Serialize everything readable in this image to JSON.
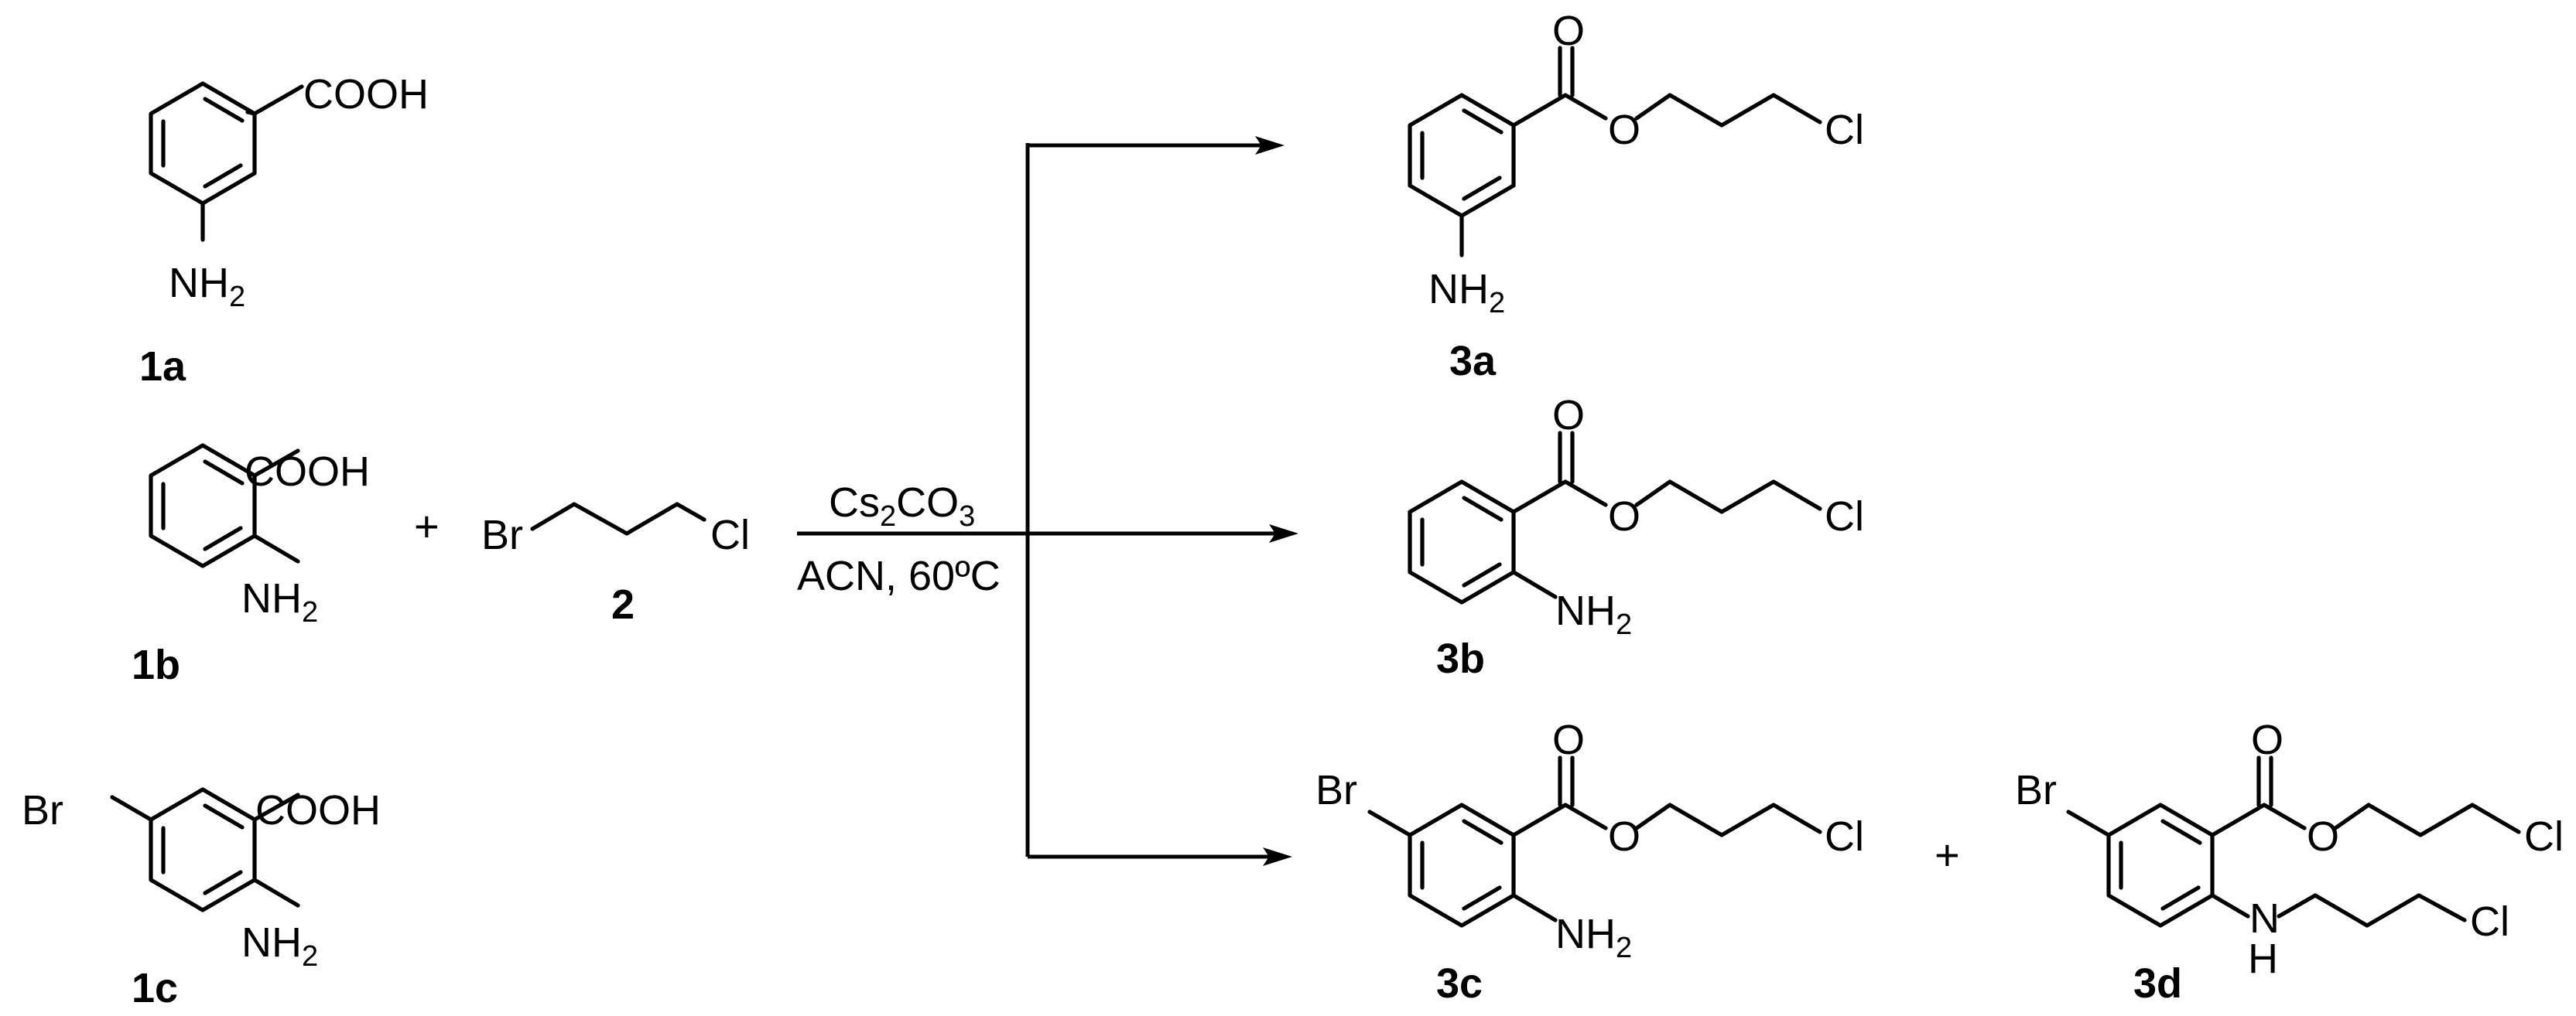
{
  "reactants": [
    {
      "id": "1a",
      "label": "1a",
      "acid_group": "COOH",
      "amine": "NH",
      "amine_sub": "2"
    },
    {
      "id": "1b",
      "label": "1b",
      "acid_group": "COOH",
      "amine": "NH",
      "amine_sub": "2"
    },
    {
      "id": "1c",
      "label": "1c",
      "acid_group": "COOH",
      "amine": "NH",
      "amine_sub": "2",
      "halogen": "Br"
    }
  ],
  "reagent": {
    "label": "2",
    "left_atom": "Br",
    "right_atom": "Cl"
  },
  "conditions": {
    "base": "Cs",
    "base_sub1": "2",
    "base_mid": "CO",
    "base_sub2": "3",
    "solvent_temp": "ACN, 60ºC"
  },
  "products": [
    {
      "id": "3a",
      "label": "3a",
      "oxo": "O",
      "ester_o": "O",
      "chloro": "Cl",
      "amine": "NH",
      "amine_sub": "2"
    },
    {
      "id": "3b",
      "label": "3b",
      "oxo": "O",
      "ester_o": "O",
      "chloro": "Cl",
      "amine": "NH",
      "amine_sub": "2"
    },
    {
      "id": "3c",
      "label": "3c",
      "oxo": "O",
      "ester_o": "O",
      "chloro": "Cl",
      "amine": "NH",
      "amine_sub": "2",
      "halogen": "Br"
    },
    {
      "id": "3d",
      "label": "3d",
      "oxo": "O",
      "ester_o": "O",
      "chloro": "Cl",
      "chloro2": "Cl",
      "amine_n": "N",
      "amine_h": "H",
      "halogen": "Br"
    }
  ],
  "plus_signs": [
    "+",
    "+"
  ]
}
